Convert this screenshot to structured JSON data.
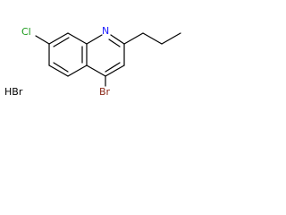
{
  "structure": {
    "nitrogen_label": "N",
    "chlorine_label": "Cl",
    "bromine_label": "Br",
    "salt_label": "HBr"
  },
  "colors": {
    "nitrogen": "#1a1aff",
    "chlorine": "#1a9a1a",
    "bromine": "#8b2a1a",
    "bonds": "#000000",
    "background": "#ffffff"
  }
}
